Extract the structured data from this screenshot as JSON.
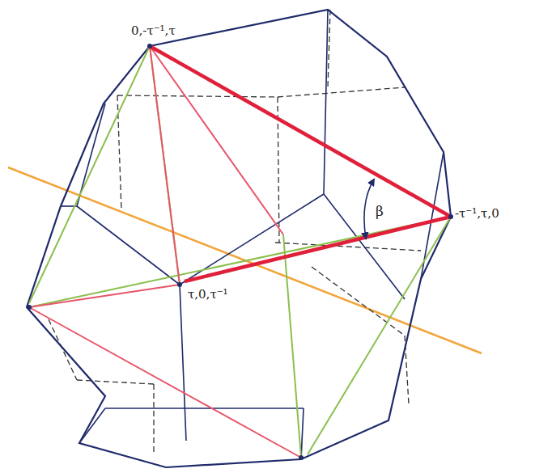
{
  "diagram": {
    "labels": [
      "0,-τ⁻¹,τ",
      "-τ⁻¹,τ,0",
      "β",
      "τ,0,τ⁻¹"
    ]
  }
}
